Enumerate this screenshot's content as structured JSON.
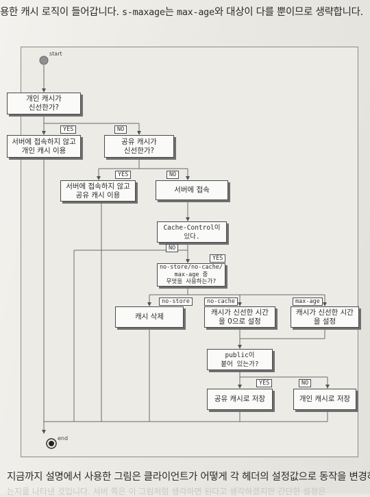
{
  "top_text": {
    "part1": "용한 캐시 로직이 들어갑니다. ",
    "code1": "s-maxage",
    "part2": "는 ",
    "code2": "max-age",
    "part3": "와 대상이 다를 뿐이므로 생략합니다."
  },
  "diagram": {
    "start_label": "start",
    "end_label": "end",
    "box_private_fresh": [
      "개인 캐시가",
      "신선한가?"
    ],
    "box_use_private": [
      "서버에 접속하지 않고",
      "개인 캐시 이용"
    ],
    "box_shared_fresh": [
      "공유 캐시가",
      "신선한가?"
    ],
    "box_use_shared": [
      "서버에 접속하지 않고",
      "공유 캐시 이용"
    ],
    "box_connect": [
      "서버에 접속"
    ],
    "box_cache_control": [
      "Cache-Control이",
      "있다."
    ],
    "box_which_used": [
      "no-store/no-cache/",
      "max-age 중",
      "무엇을 사용하는가?"
    ],
    "box_delete": [
      "캐시 삭제"
    ],
    "box_zero": [
      "캐시가 신선한 시간",
      "을 0으로 설정"
    ],
    "box_set_time": [
      "캐시가 신선한 시간",
      "을 설정"
    ],
    "box_public": [
      "public이",
      "붙어 있는가?"
    ],
    "box_save_shared": [
      "공유 캐시로 저장"
    ],
    "box_save_private": [
      "개인 캐시로 저장"
    ],
    "tags": {
      "yes1": "YES",
      "no1": "NO",
      "yes2": "YES",
      "no2": "NO",
      "no3": "NO",
      "yes3": "YES",
      "no_store": "no-store",
      "no_cache": "no-cache",
      "max_age": "max-age",
      "yes4": "YES",
      "no4": "NO"
    }
  },
  "bottom_text": "지금까지 설명에서 사용한 그림은 클라이언트가 어떻게 각 헤더의 설정값으로 동작을 변경하",
  "bottom_text_2": "는지를 나타낸 것입니다. 서버 쪽은 이 그림처럼 생각하면 된다고 생각하겠지만 간단한 설정은"
}
